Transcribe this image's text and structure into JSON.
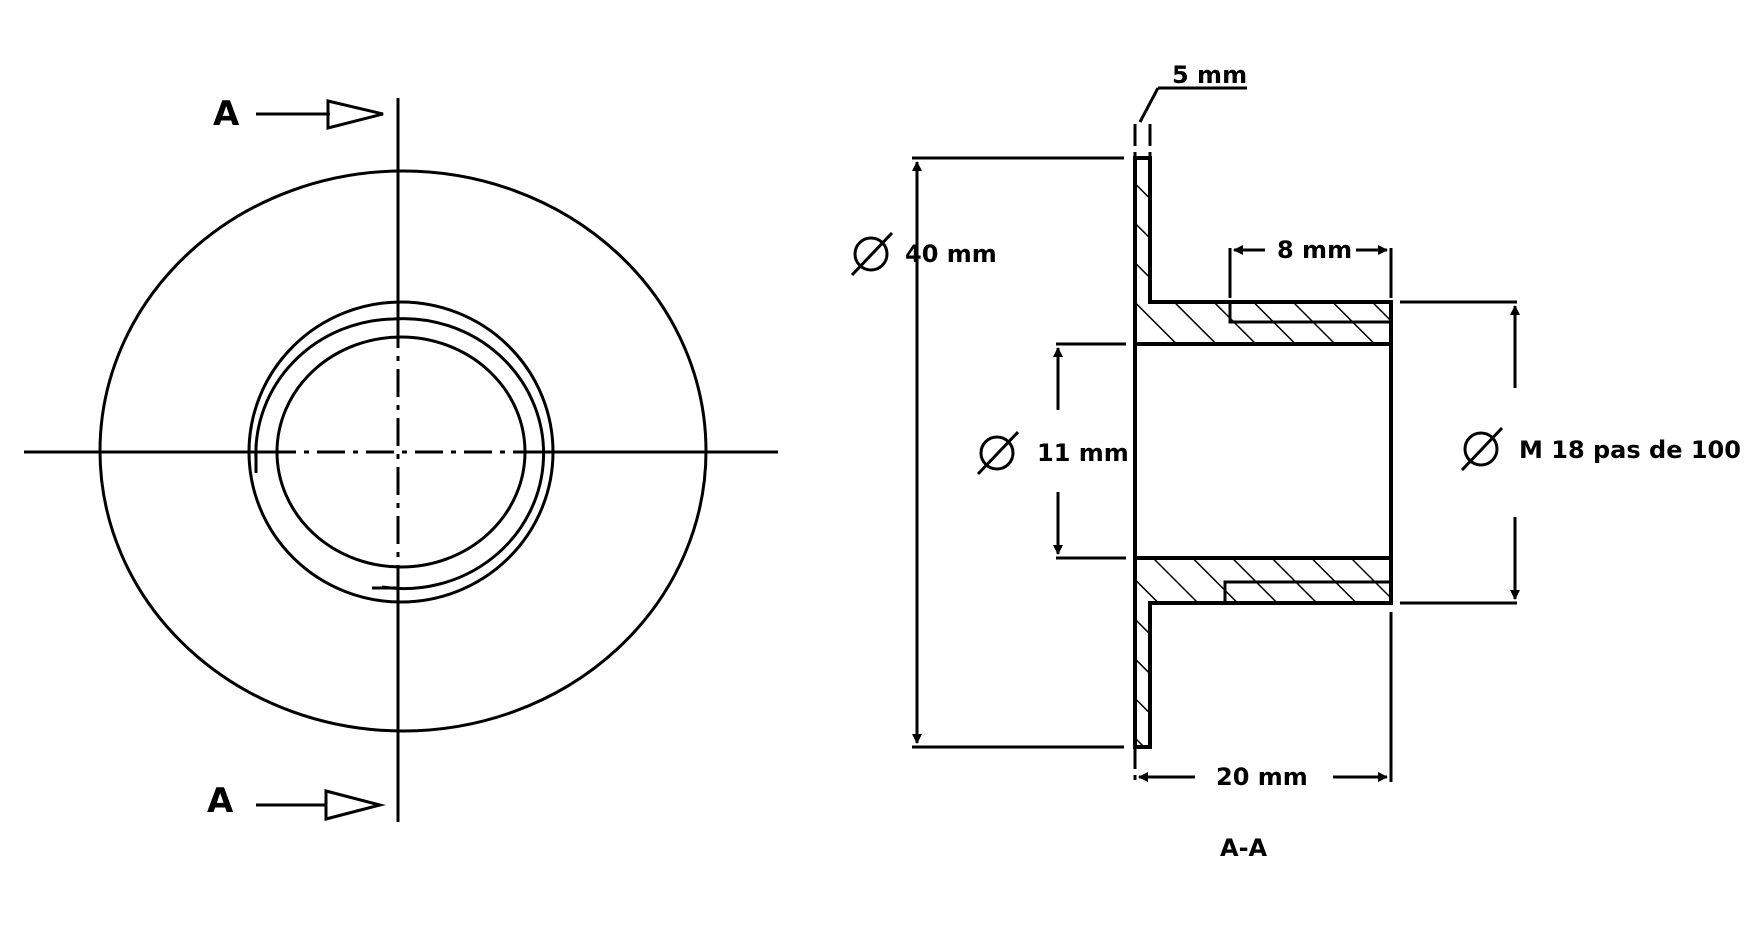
{
  "labels": {
    "section_mark_top": "A",
    "section_mark_bottom": "A",
    "flange_thickness": "5 mm",
    "flange_diameter": "40 mm",
    "thread_length": "8 mm",
    "bore_diameter": "11 mm",
    "thread_spec": "M 18 pas de 100",
    "overall_length": "20 mm",
    "section_title": "A-A"
  },
  "colors": {
    "line": "#000000",
    "background": "#ffffff"
  },
  "icons": {
    "diameter_symbol": "circle-with-slash"
  }
}
